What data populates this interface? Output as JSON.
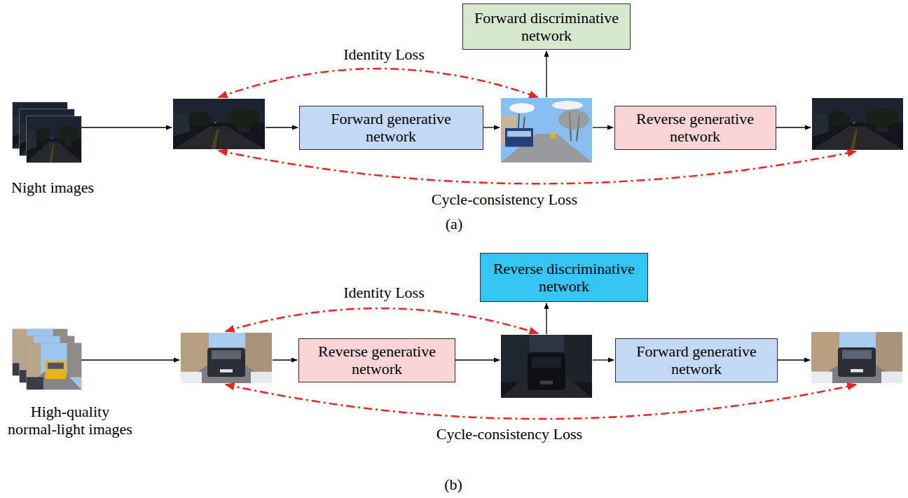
{
  "diagram": {
    "nodes": [
      {
        "text": [
          "Forward discriminative network"
        ]
      },
      {
        "text": [
          "Forward generative network"
        ]
      },
      {
        "text": [
          "Reverse generative network"
        ]
      },
      {
        "text": [
          "Reverse discriminative network"
        ]
      },
      {
        "text": [
          "Reverse generative network"
        ]
      },
      {
        "text": [
          "Forward generative network"
        ]
      }
    ],
    "labels": [
      "Identity Loss",
      "Night images",
      "Cycle-consistency Loss",
      "(a)",
      "Identity Loss",
      "High-quality normal-light images",
      "Cycle-consistency Loss",
      "(b)"
    ]
  }
}
